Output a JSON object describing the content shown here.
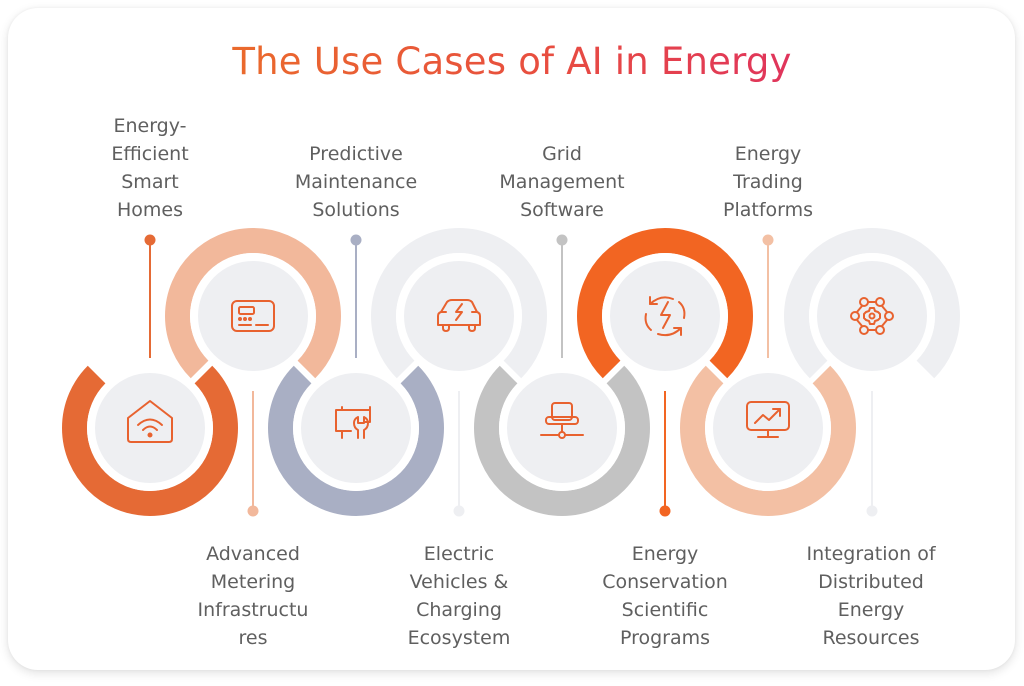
{
  "title": "The Use Cases of AI in Energy",
  "colors": {
    "title_start": "#ea6a2c",
    "title_end": "#e0345c",
    "icon_stroke": "#e8622f",
    "label_text": "#5f5f5f",
    "inner_fill": "#eeeff2"
  },
  "use_cases": [
    {
      "position": "bottom",
      "label": "Energy-\nEfficient\nSmart\nHomes",
      "icon": "smart-home-wifi-icon",
      "ring_color": "#e56a35",
      "pin_color": "#e56a35"
    },
    {
      "position": "top",
      "label": "Advanced\nMetering\nInfrastructu\nres",
      "icon": "smart-meter-icon",
      "ring_color": "#f2b89b",
      "pin_color": "#f2b89b"
    },
    {
      "position": "bottom",
      "label": "Predictive\nMaintenance\nSolutions",
      "icon": "maintenance-wrench-icon",
      "ring_color": "#a9afc4",
      "pin_color": "#a9afc4"
    },
    {
      "position": "top",
      "label": "Electric\nVehicles &\nCharging\nEcosystem",
      "icon": "electric-car-icon",
      "ring_color": "#eeeff2",
      "pin_color": "#e6e7ea"
    },
    {
      "position": "bottom",
      "label": "Grid\nManagement\nSoftware",
      "icon": "network-grid-icon",
      "ring_color": "#c3c3c3",
      "pin_color": "#c3c3c3"
    },
    {
      "position": "top",
      "label": "Energy\nConservation\nScientific\nPrograms",
      "icon": "energy-cycle-icon",
      "ring_color": "#f26522",
      "pin_color": "#f26522"
    },
    {
      "position": "bottom",
      "label": "Energy\nTrading\nPlatforms",
      "icon": "trading-monitor-icon",
      "ring_color": "#f3c0a4",
      "pin_color": "#f3c0a4"
    },
    {
      "position": "top",
      "label": "Integration of\nDistributed\nEnergy\nResources",
      "icon": "distributed-network-gear-icon",
      "ring_color": "#eeeff2",
      "pin_color": "#e6e7ea"
    }
  ]
}
